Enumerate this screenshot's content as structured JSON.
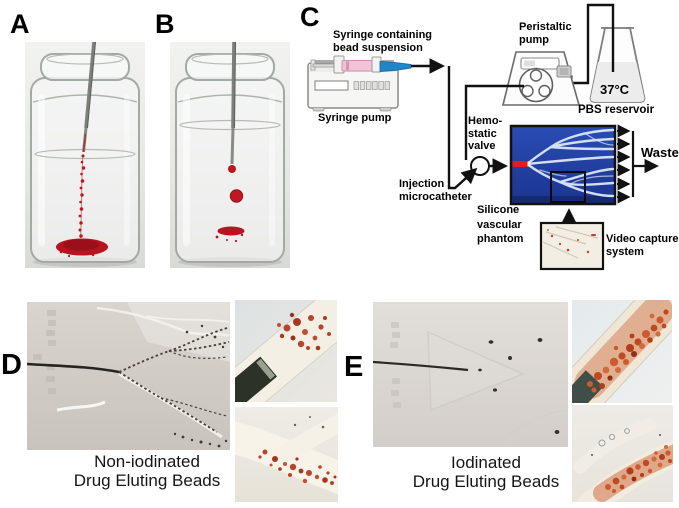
{
  "panel_a": {
    "letter": "A"
  },
  "panel_b": {
    "letter": "B"
  },
  "panel_c": {
    "letter": "C",
    "syringe_label_line1": "Syringe containing",
    "syringe_label_line2": "bead suspension",
    "syringe_pump": "Syringe pump",
    "peristaltic_line1": "Peristaltic",
    "peristaltic_line2": "pump",
    "temperature": "37°C",
    "pbs_reservoir": "PBS reservoir",
    "valve_line1": "Hemo-",
    "valve_line2": "static",
    "valve_line3": "valve",
    "catheter_line1": "Injection",
    "catheter_line2": "microcatheter",
    "phantom_line1": "Silicone",
    "phantom_line2": "vascular",
    "phantom_line3": "phantom",
    "video_line1": "Video capture",
    "video_line2": "system",
    "waste": "Waste"
  },
  "panel_d": {
    "letter": "D",
    "caption_line1": "Non-iodinated",
    "caption_line2": "Drug Eluting Beads"
  },
  "panel_e": {
    "letter": "E",
    "caption_line1": "Iodinated",
    "caption_line2": "Drug Eluting Beads"
  },
  "colors": {
    "bead_red": "#bf1722",
    "catheter_red": "#e81a1e",
    "phantom_blue_top": "#2a4cb4",
    "phantom_blue_bottom": "#1b3590",
    "syringe_pink": "#f2c3d6",
    "syringe_tip_blue": "#1f86cc",
    "iodinated_bead_orange": "#cc5a2e",
    "noniodinated_bead_brown": "#b5452c",
    "line_black": "#111111"
  }
}
